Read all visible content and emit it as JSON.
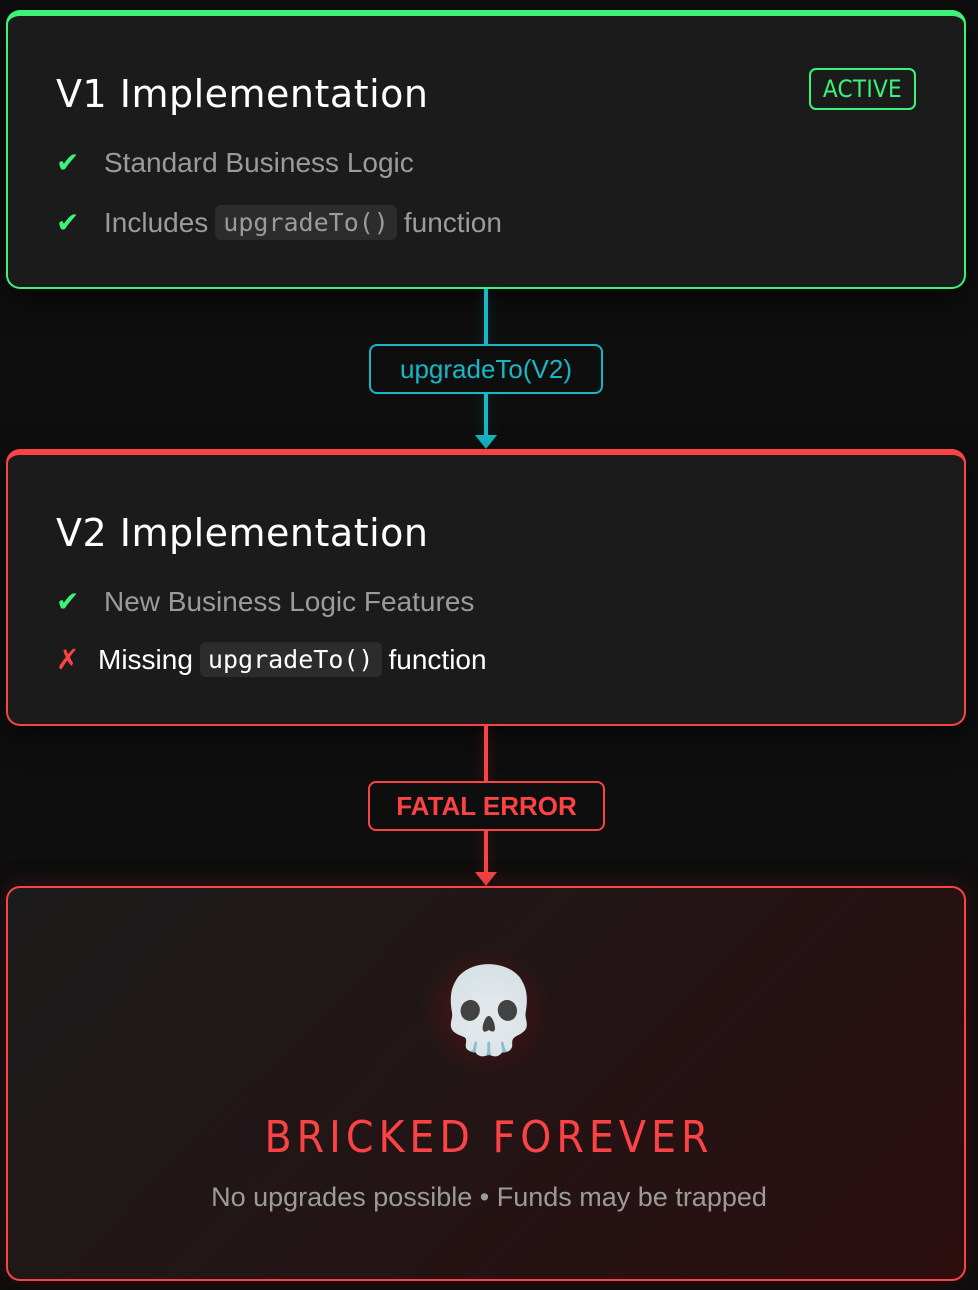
{
  "colors": {
    "background": "#0e0e0e",
    "card": "#1b1b1b",
    "success": "#3cf37a",
    "danger": "#fb4346",
    "accent": "#17b8c6",
    "muted_text": "#9b9b9b",
    "code_bg": "#2c2c2c"
  },
  "v1": {
    "title": "V1 Implementation",
    "badge": "ACTIVE",
    "features": [
      {
        "icon": "check-icon",
        "mark": "✔",
        "text": "Standard Business Logic"
      },
      {
        "icon": "check-icon",
        "mark": "✔",
        "prefix": "Includes",
        "code": "upgradeTo()",
        "suffix": "function"
      }
    ]
  },
  "connector_1": {
    "label": "upgradeTo(V2)"
  },
  "v2": {
    "title": "V2 Implementation",
    "features": [
      {
        "icon": "check-icon",
        "mark": "✔",
        "text": "New Business Logic Features"
      },
      {
        "icon": "cross-icon",
        "mark": "✗",
        "prefix": "Missing",
        "code": "upgradeTo()",
        "suffix": "function"
      }
    ]
  },
  "connector_2": {
    "label": "FATAL ERROR"
  },
  "result": {
    "icon": "skull-icon",
    "emoji": "💀",
    "title": "BRICKED FOREVER",
    "subtitle": "No upgrades possible • Funds may be trapped"
  }
}
